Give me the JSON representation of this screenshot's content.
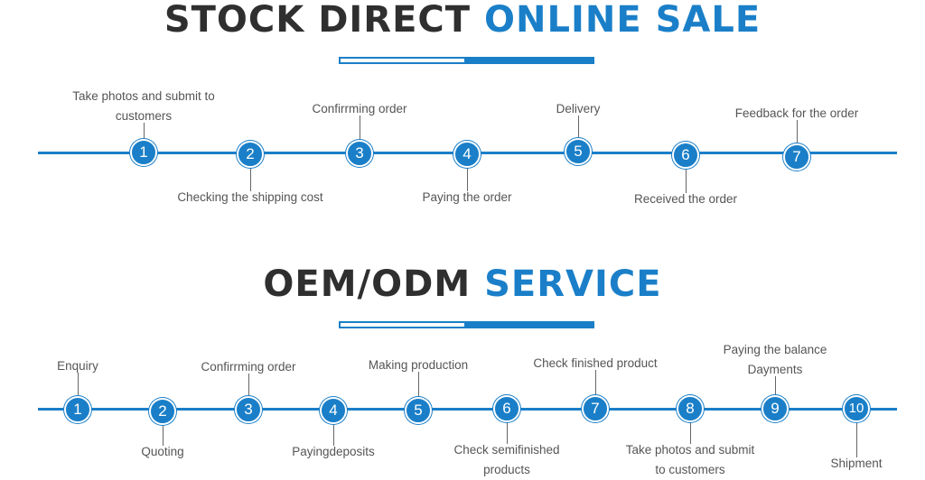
{
  "stock": {
    "title_dark": "STOCK DIRECT",
    "title_accent": "ONLINE SALE",
    "steps": [
      {
        "num": "1",
        "line1": "Take photos and submit to",
        "line2": "customers"
      },
      {
        "num": "2",
        "line1": "Checking the shipping cost",
        "line2": ""
      },
      {
        "num": "3",
        "line1": "Confirrming order",
        "line2": ""
      },
      {
        "num": "4",
        "line1": "Paying the order",
        "line2": ""
      },
      {
        "num": "5",
        "line1": "Delivery",
        "line2": ""
      },
      {
        "num": "6",
        "line1": "Received the order",
        "line2": ""
      },
      {
        "num": "7",
        "line1": "Feedback for the order",
        "line2": ""
      }
    ]
  },
  "oem": {
    "title_dark": "OEM/ODM",
    "title_accent": "SERVICE",
    "steps": [
      {
        "num": "1",
        "line1": "Enquiry",
        "line2": ""
      },
      {
        "num": "2",
        "line1": "Quoting",
        "line2": ""
      },
      {
        "num": "3",
        "line1": "Confirrming order",
        "line2": ""
      },
      {
        "num": "4",
        "line1": "Payingdeposits",
        "line2": ""
      },
      {
        "num": "5",
        "line1": "Making production",
        "line2": ""
      },
      {
        "num": "6",
        "line1": "Check semifinished",
        "line2": "products"
      },
      {
        "num": "7",
        "line1": "Check finished product",
        "line2": ""
      },
      {
        "num": "8",
        "line1": "Take photos and submit",
        "line2": "to customers"
      },
      {
        "num": "9",
        "line1": "Paying the balance",
        "line2": "Dayments"
      },
      {
        "num": "10",
        "line1": "Shipment",
        "line2": ""
      }
    ]
  },
  "colors": {
    "accent": "#1a7fc8",
    "dark": "#2f2f2f",
    "label": "#555555"
  }
}
